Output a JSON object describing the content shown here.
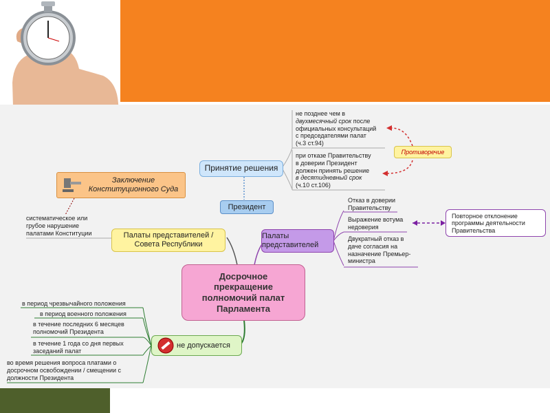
{
  "center": {
    "label": "Досрочное прекращение полномочий палат Парламента"
  },
  "decision": {
    "label": "Принятие решения"
  },
  "president": {
    "label": "Президент"
  },
  "conclusion": {
    "label": "Заключение Конституционного Суда"
  },
  "chambers": {
    "label": "Палаты представителей / Совета Республики"
  },
  "violation": {
    "label": "систематическое или грубое нарушение палатами Конституции"
  },
  "palata": {
    "label": "Палаты представителей"
  },
  "contradiction": {
    "label": "Противоречие"
  },
  "note1": {
    "l1": "не позднее чем в",
    "l2a": "двухмесячный срок",
    "l2b": " после",
    "l3": "официальных консультаций",
    "l4": "с председателями палат",
    "l5": "(ч.3 ст.94)"
  },
  "note2": {
    "l1": "при отказе Правительству",
    "l2": "в доверии Президент",
    "l3": "должен принять решение",
    "l4": "в десятидневный срок",
    "l5": "(ч.10 ст.106)"
  },
  "reasons": [
    "Отказ в доверии Правительству",
    "Выражение вотума недоверия",
    "Двукратный отказ в даче согласия на назначение Премьер-министра"
  ],
  "repeat": {
    "label": "Повторное отклонение программы деятельности Правительства"
  },
  "notallowed": {
    "label": "не допускается"
  },
  "restrictions": [
    "в период чрезвычайного положения",
    "в период военного положения",
    "в течение последних 6 месяцев полномочий Президента",
    "в течение 1 года со дня первых заседаний палат",
    "во время решения вопроса платами о досрочном освобождении / смещении с должности Президента"
  ],
  "colors": {
    "orange": "#f5821f",
    "center_fill": "#f6a6d3",
    "chambers_fill": "#fff3a0",
    "palata_fill": "#c49ae8",
    "decision_fill": "#cfe6fb",
    "notallowed_fill": "#dff5c7",
    "conclusion_fill": "#fbc488"
  }
}
